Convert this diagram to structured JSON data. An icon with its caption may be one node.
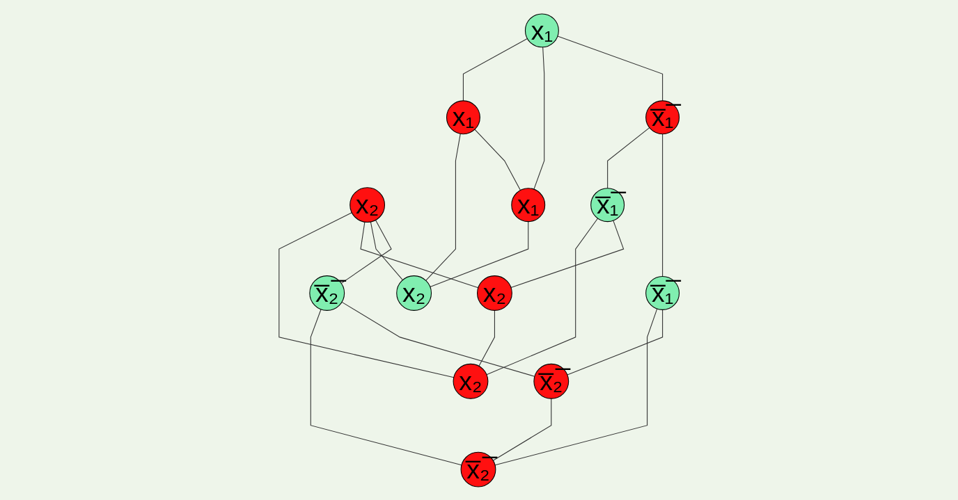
{
  "diagram": {
    "nodes": [
      {
        "text": [
          "x₁"
        ]
      },
      {
        "text": [
          "x̅₁̅"
        ]
      },
      {
        "text": [
          "x₂"
        ]
      },
      {
        "text": [
          "x̅₂̅"
        ]
      },
      {
        "text": [
          "x₁"
        ]
      },
      {
        "text": [
          "x̅₁̅"
        ]
      },
      {
        "text": [
          "x̅₁̅"
        ]
      },
      {
        "text": [
          "x₁"
        ]
      },
      {
        "text": [
          "x₂"
        ]
      },
      {
        "text": [
          "x̅₂̅"
        ]
      },
      {
        "text": [
          "x̅₂̅"
        ]
      },
      {
        "text": [
          "x₂"
        ]
      },
      {
        "text": [
          "x₂"
        ]
      }
    ],
    "edges": [
      {
        "from": 0,
        "to": 1,
        "arrow": "none"
      },
      {
        "from": 2,
        "to": 3,
        "arrow": "none"
      },
      {
        "from": 0,
        "to": 7,
        "arrow": "none"
      },
      {
        "from": 0,
        "to": 4,
        "arrow": "none"
      },
      {
        "from": 1,
        "to": 5,
        "arrow": "none"
      },
      {
        "from": 1,
        "to": 6,
        "arrow": "none"
      },
      {
        "from": 2,
        "to": 8,
        "arrow": "none"
      },
      {
        "from": 3,
        "to": 9,
        "arrow": "none"
      },
      {
        "from": 3,
        "to": 10,
        "arrow": "none"
      },
      {
        "from": 2,
        "to": 11,
        "arrow": "none"
      },
      {
        "from": 2,
        "to": 12,
        "arrow": "none"
      },
      {
        "from": 4,
        "to": 7,
        "arrow": "none"
      },
      {
        "from": 4,
        "to": 8,
        "arrow": "none"
      },
      {
        "from": 7,
        "to": 8,
        "arrow": "none"
      },
      {
        "from": 5,
        "to": 9,
        "arrow": "none"
      },
      {
        "from": 5,
        "to": 10,
        "arrow": "none"
      },
      {
        "from": 9,
        "to": 10,
        "arrow": "none"
      },
      {
        "from": 6,
        "to": 11,
        "arrow": "none"
      },
      {
        "from": 6,
        "to": 12,
        "arrow": "none"
      },
      {
        "from": 11,
        "to": 12,
        "arrow": "none"
      }
    ]
  }
}
